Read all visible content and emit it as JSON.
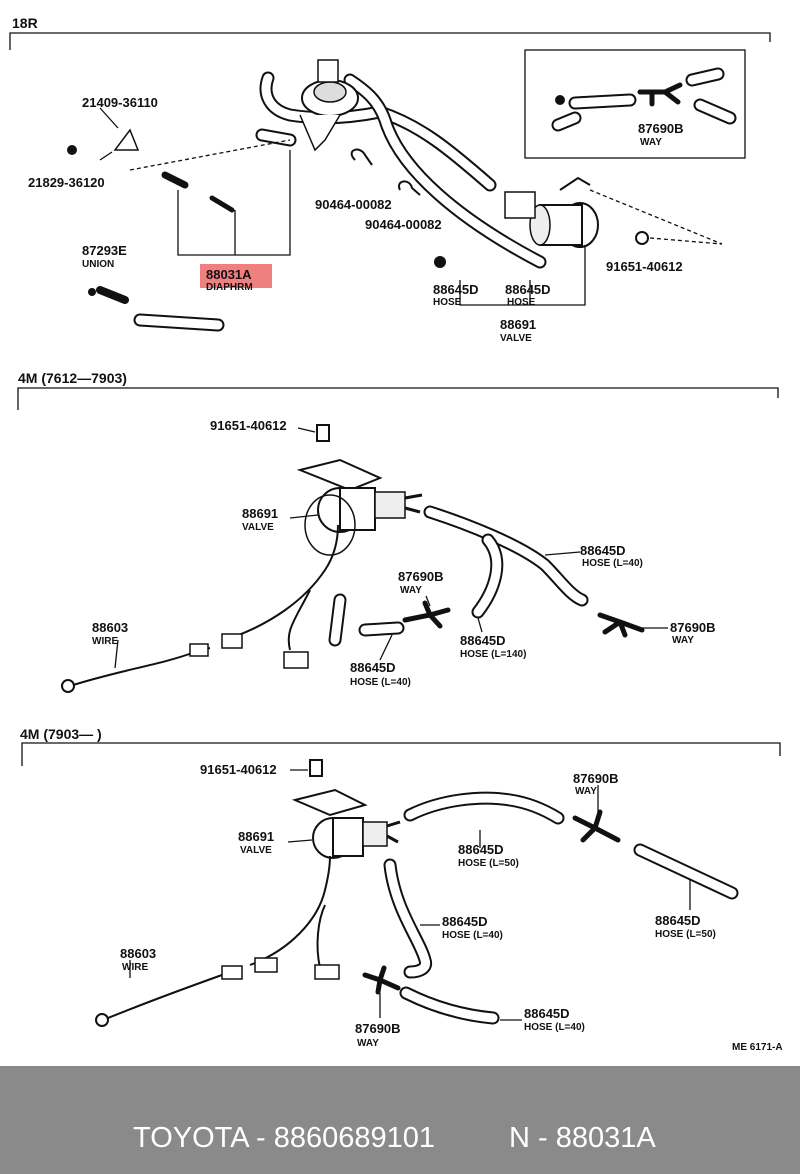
{
  "sections": [
    {
      "title": "18R"
    },
    {
      "title": "4M (7612—7903)"
    },
    {
      "title": "4M (7903—        )"
    }
  ],
  "parts_18r": {
    "p21409": "21409-36110",
    "p21829": "21829-36120",
    "p87293": "87293E",
    "p87293_name": "UNION",
    "p88031": "88031A",
    "p88031_name": "DIAPHRM",
    "p90464a": "90464-00082",
    "p90464b": "90464-00082",
    "p88645a": "88645D",
    "p88645a_name": "HOSE",
    "p88645b": "88645D",
    "p88645b_name": "HOSE",
    "p88691": "88691",
    "p88691_name": "VALVE",
    "p91651": "91651-40612",
    "inset_87690": "87690B",
    "inset_87690_name": "WAY"
  },
  "parts_4m_a": {
    "bolt": "91651-40612",
    "valve": "88691",
    "valve_name": "VALVE",
    "hose1": "88645D",
    "hose1_name": "HOSE (L=40)",
    "way1": "87690B",
    "way1_name": "WAY",
    "hose2": "88645D",
    "hose2_name": "HOSE (L=140)",
    "way2": "87690B",
    "way2_name": "WAY",
    "wire": "88603",
    "wire_name": "WIRE",
    "hose3": "88645D",
    "hose3_name": "HOSE (L=40)"
  },
  "parts_4m_b": {
    "bolt": "91651-40612",
    "valve": "88691",
    "valve_name": "VALVE",
    "way1": "87690B",
    "way1_name": "WAY",
    "hose1": "88645D",
    "hose1_name": "HOSE (L=50)",
    "hose2": "88645D",
    "hose2_name": "HOSE (L=40)",
    "hose3": "88645D",
    "hose3_name": "HOSE (L=50)",
    "wire": "88603",
    "wire_name": "WIRE",
    "hose4": "88645D",
    "hose4_name": "HOSE (L=40)",
    "way2": "87690B",
    "way2_name": "WAY"
  },
  "ref_code": "ME 6171-A",
  "highlight_color": "#f08080",
  "footer": {
    "left": "TOYOTA - 8860689101",
    "right": "N - 88031A"
  }
}
